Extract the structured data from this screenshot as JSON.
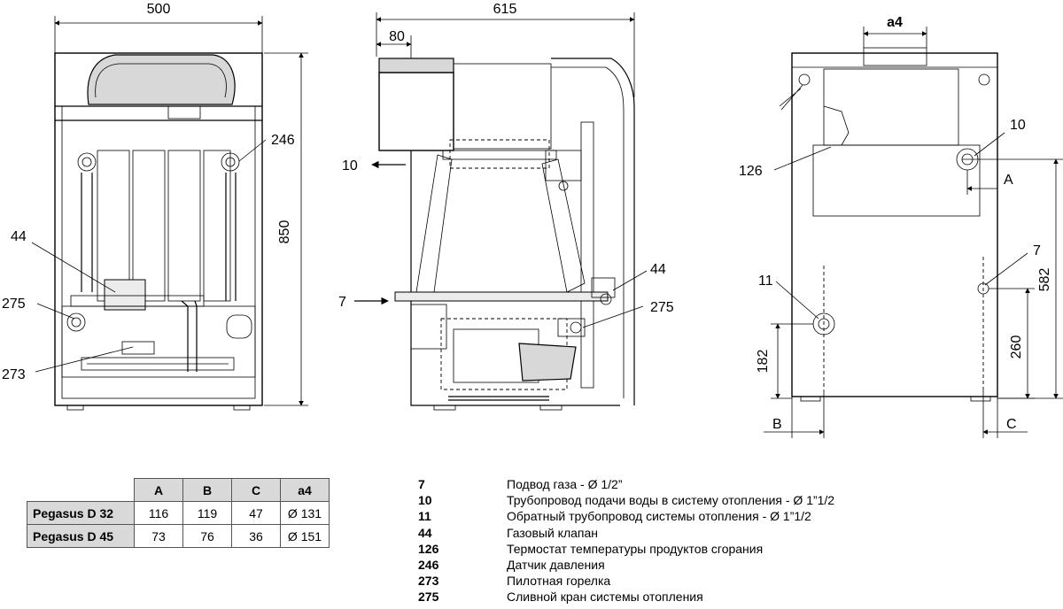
{
  "dimensions": {
    "width_front": "500",
    "width_side": "615",
    "offset_top": "80",
    "height_total": "850",
    "flue_diameter": "a4",
    "height_supply": "582",
    "height_gas": "260",
    "height_return": "182",
    "dim_A": "A",
    "dim_B": "B",
    "dim_C": "C"
  },
  "callouts": {
    "c246": "246",
    "c44": "44",
    "c275": "275",
    "c273": "273",
    "c10": "10",
    "c7": "7",
    "c44_side": "44",
    "c275_side": "275",
    "c126": "126",
    "c10_rear": "10",
    "c11": "11",
    "c7_rear": "7"
  },
  "table": {
    "headers": [
      "A",
      "B",
      "C",
      "a4"
    ],
    "rows": [
      {
        "model": "Pegasus D 32",
        "values": [
          "116",
          "119",
          "47",
          "Ø 131"
        ]
      },
      {
        "model": "Pegasus D 45",
        "values": [
          "73",
          "76",
          "36",
          "Ø 151"
        ]
      }
    ]
  },
  "legend": [
    {
      "code": "7",
      "desc": "Подвод газа - Ø 1/2”"
    },
    {
      "code": "10",
      "desc": "Трубопровод подачи воды в систему отопления - Ø 1”1/2"
    },
    {
      "code": "11",
      "desc": "Обратный трубопровод системы отопления - Ø 1”1/2"
    },
    {
      "code": "44",
      "desc": "Газовый клапан"
    },
    {
      "code": "126",
      "desc": "Термостат температуры продуктов сгорания"
    },
    {
      "code": "246",
      "desc": "Датчик давления"
    },
    {
      "code": "273",
      "desc": "Пилотная горелка"
    },
    {
      "code": "275",
      "desc": "Сливной кран системы отопления"
    }
  ]
}
